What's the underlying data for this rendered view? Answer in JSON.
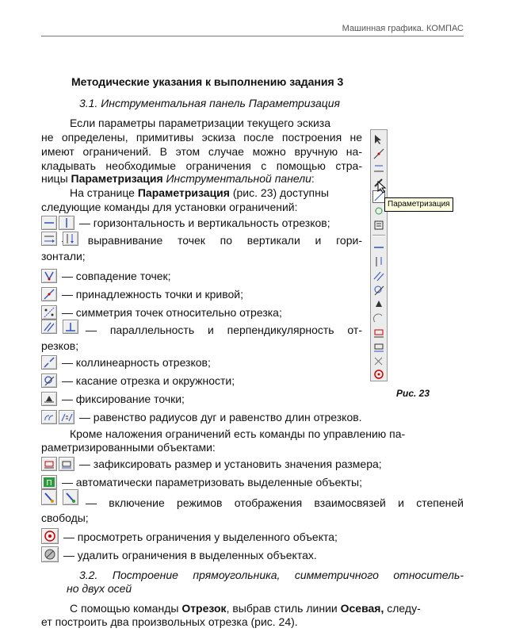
{
  "header": {
    "running_title": "Машинная графика. КОМПАС"
  },
  "section": {
    "title": "Методические указания к выполнению задания 3",
    "subtitle": "3.1. Инструментальная панель Параметризация"
  },
  "intro": {
    "l1": "Если параметры параметризации текущего эскиза",
    "l2": "не определены, примитивы эскиза после построения не",
    "l3": "имеют ограничений. В этом случае можно вручную на-",
    "l4": "кладывать необходимые ограничения с помощью стра-",
    "l5_a": "ницы ",
    "l5_b": "Параметризация",
    "l5_c": " Инструментальной панели",
    "l5_d": ":",
    "l6_a": "На странице ",
    "l6_b": "Параметризация",
    "l6_c": " (рис. 23) доступны",
    "l7": "следующие команды для установки ограничений:"
  },
  "commands": {
    "c1": "— горизонтальность и вертикальность отрезков;",
    "c2a": "— выравнивание точек по вертикали и гори-",
    "c2b": "зонтали;",
    "c3": "— совпадение точек;",
    "c4": "— принадлежность точки и кривой;",
    "c5": "— симметрия точек относительно отрезка;",
    "c6a": "— параллельность и перпендикулярность от-",
    "c6b": "резков;",
    "c7": "— коллинеарность отрезков;",
    "c8": "— касание отрезка и окружности;",
    "c9": "— фиксирование точки;",
    "c10": "— равенство радиусов дуг и равенство длин отрезков."
  },
  "extra": {
    "l1": "Кроме наложения ограничений есть команды по управлению па-",
    "l2": "раметризированными объектами:",
    "e1": "— зафиксировать размер и установить значения размера;",
    "e2": "— автоматически параметризовать выделенные объекты;",
    "e3a": "— включение режимов отображения взаимосвязей и степеней",
    "e3b": "свободы;",
    "e4": "— просмотреть ограничения у выделенного объекта;",
    "e5": "— удалить ограничения в выделенных объектах."
  },
  "section2": {
    "title_l1": "3.2. Построение прямоугольника, симметричного относитель-",
    "title_l2": "но двух осей",
    "p_l1_a": "С помощью команды ",
    "p_l1_b": "Отрезок",
    "p_l1_c": ", выбрав стиль линии ",
    "p_l1_d": "Осевая,",
    "p_l1_e": " следу-",
    "p_l2": "ет построить два произвольных отрезка (рис. 24)."
  },
  "figure": {
    "tooltip": "Параметризация",
    "caption": "Рис. 23"
  },
  "icons": {
    "toolbar": [
      "select-icon",
      "lines-icon",
      "dimension-icon",
      "edit-icon",
      "parametrize-icon",
      "measure-icon",
      "wrench-icon",
      "sheet-icon"
    ]
  }
}
